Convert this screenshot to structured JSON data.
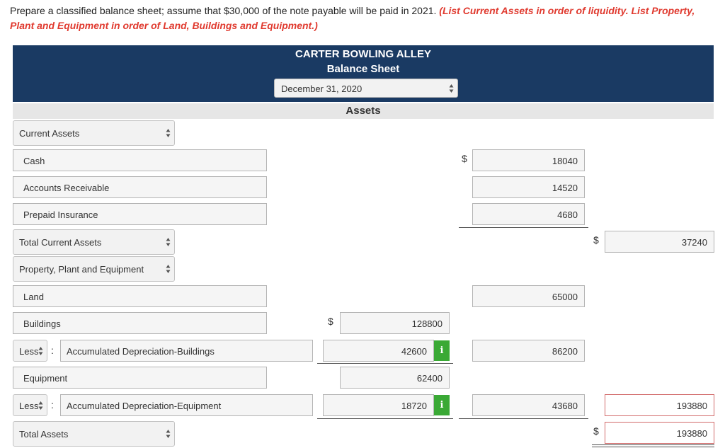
{
  "instructions": {
    "main": "Prepare a classified balance sheet; assume that $30,000 of the note payable will be paid in 2021.",
    "note": "(List Current Assets in order of liquidity. List Property, Plant and Equipment in order of Land, Buildings and Equipment.)"
  },
  "header": {
    "company": "CARTER BOWLING ALLEY",
    "statement": "Balance Sheet",
    "date": "December 31, 2020",
    "section": "Assets"
  },
  "rows": {
    "current_assets": "Current Assets",
    "cash": {
      "label": "Cash",
      "value": "18040"
    },
    "accounts_receivable": {
      "label": "Accounts Receivable",
      "value": "14520"
    },
    "prepaid_insurance": {
      "label": "Prepaid Insurance",
      "value": "4680"
    },
    "total_current_assets": {
      "label": "Total Current Assets",
      "value": "37240"
    },
    "ppe": "Property, Plant and Equipment",
    "land": {
      "label": "Land",
      "value": "65000"
    },
    "buildings": {
      "label": "Buildings",
      "value": "128800"
    },
    "acc_dep_buildings": {
      "prefix": "Less",
      "colon": ":",
      "label": "Accumulated Depreciation-Buildings",
      "value": "42600",
      "net": "86200"
    },
    "equipment": {
      "label": "Equipment",
      "value": "62400"
    },
    "acc_dep_equipment": {
      "prefix": "Less",
      "colon": ":",
      "label": "Accumulated Depreciation-Equipment",
      "value": "18720",
      "net": "43680",
      "total": "193880"
    },
    "total_assets": {
      "label": "Total Assets",
      "value": "193880"
    }
  },
  "symbols": {
    "dollar": "$",
    "info": "i"
  },
  "colors": {
    "banner": "#1a3a63",
    "instruction_note": "#e03a2f",
    "info_button": "#3aa935",
    "error_border": "#d26a6a"
  }
}
